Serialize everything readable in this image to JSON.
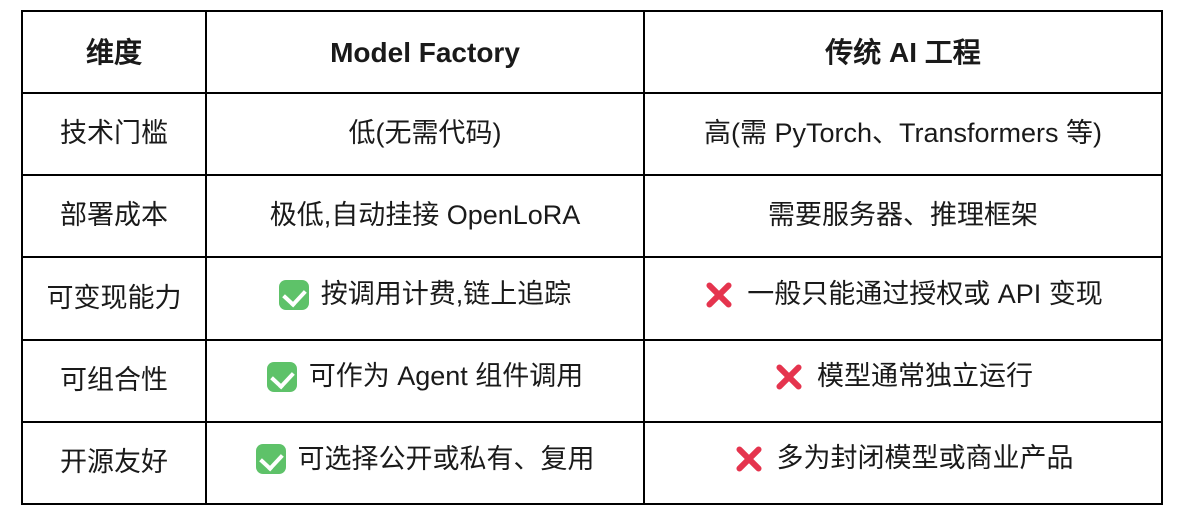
{
  "table": {
    "columns": [
      {
        "label": "维度"
      },
      {
        "label": "Model Factory"
      },
      {
        "label": "传统 AI 工程"
      }
    ],
    "rows": [
      {
        "dimension": "技术门槛",
        "model_factory": {
          "icon": "none",
          "text": "低(无需代码)"
        },
        "traditional": {
          "icon": "none",
          "text": "高(需 PyTorch、Transformers 等)"
        }
      },
      {
        "dimension": "部署成本",
        "model_factory": {
          "icon": "none",
          "text": "极低,自动挂接 OpenLoRA"
        },
        "traditional": {
          "icon": "none",
          "text": "需要服务器、推理框架"
        }
      },
      {
        "dimension": "可变现能力",
        "model_factory": {
          "icon": "check",
          "text": "按调用计费,链上追踪"
        },
        "traditional": {
          "icon": "cross",
          "text": "一般只能通过授权或 API 变现"
        }
      },
      {
        "dimension": "可组合性",
        "model_factory": {
          "icon": "check",
          "text": "可作为 Agent 组件调用"
        },
        "traditional": {
          "icon": "cross",
          "text": "模型通常独立运行"
        }
      },
      {
        "dimension": "开源友好",
        "model_factory": {
          "icon": "check",
          "text": "可选择公开或私有、复用"
        },
        "traditional": {
          "icon": "cross",
          "text": "多为封闭模型或商业产品"
        }
      }
    ]
  },
  "icons": {
    "check": "green-rounded-square-white-check",
    "cross": "red-thick-x"
  },
  "colors": {
    "check_green": "#5ec269",
    "cross_red": "#e5344e",
    "border": "#000000",
    "text": "#1a1a1a",
    "background": "#ffffff"
  }
}
